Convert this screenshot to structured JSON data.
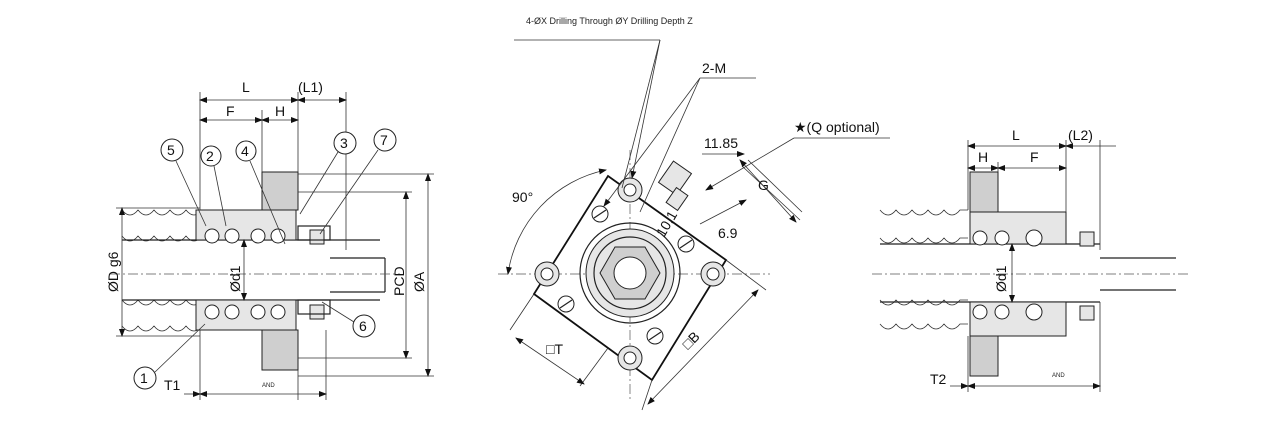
{
  "views": {
    "left": {
      "dims": {
        "L": "L",
        "L1": "(L1)",
        "F": "F",
        "H": "H",
        "D": "ØD g6",
        "d1": "Ød1",
        "PCD": "PCD",
        "A": "ØA",
        "T1": "T1",
        "and": "AND"
      },
      "callouts": [
        "1",
        "2",
        "3",
        "4",
        "5",
        "6",
        "7"
      ]
    },
    "center": {
      "note": "4-ØX Drilling Through ØY Drilling Depth Z",
      "M": "2-M",
      "Q": "★(Q optional)",
      "dim_1185": "11.85",
      "G": "G",
      "dim_101": "10.1",
      "dim_69": "6.9",
      "angle": "90°",
      "T": "□T",
      "B": "□B"
    },
    "right": {
      "dims": {
        "L": "L",
        "L2": "(L2)",
        "H": "H",
        "F": "F",
        "d1": "Ød1",
        "T2": "T2",
        "and": "AND"
      }
    }
  }
}
